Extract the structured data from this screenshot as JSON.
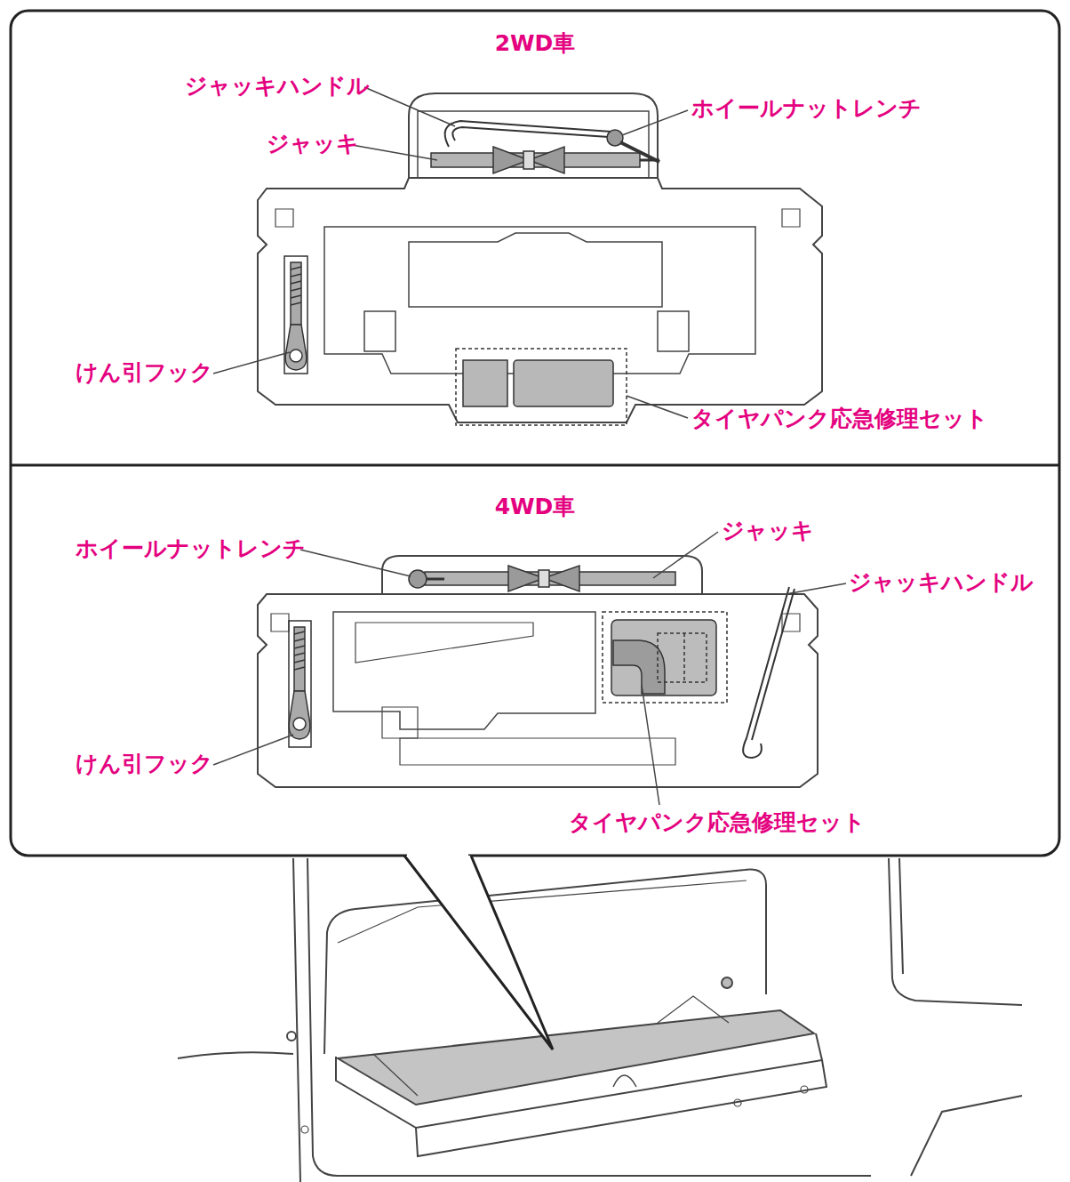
{
  "diagram": {
    "nodes": [
      {
        "text": [
          "2WD車"
        ]
      },
      {
        "text": [
          "4WD車"
        ]
      }
    ],
    "labels": [
      "ジャッキハンドル",
      "ホイールナットレンチ",
      "ジャッキ",
      "けん引フック",
      "タイヤパンク応急修理セット",
      "ホイールナットレンチ",
      "ジャッキ",
      "ジャッキハンドル",
      "けん引フック",
      "タイヤパンク応急修理セット"
    ]
  }
}
